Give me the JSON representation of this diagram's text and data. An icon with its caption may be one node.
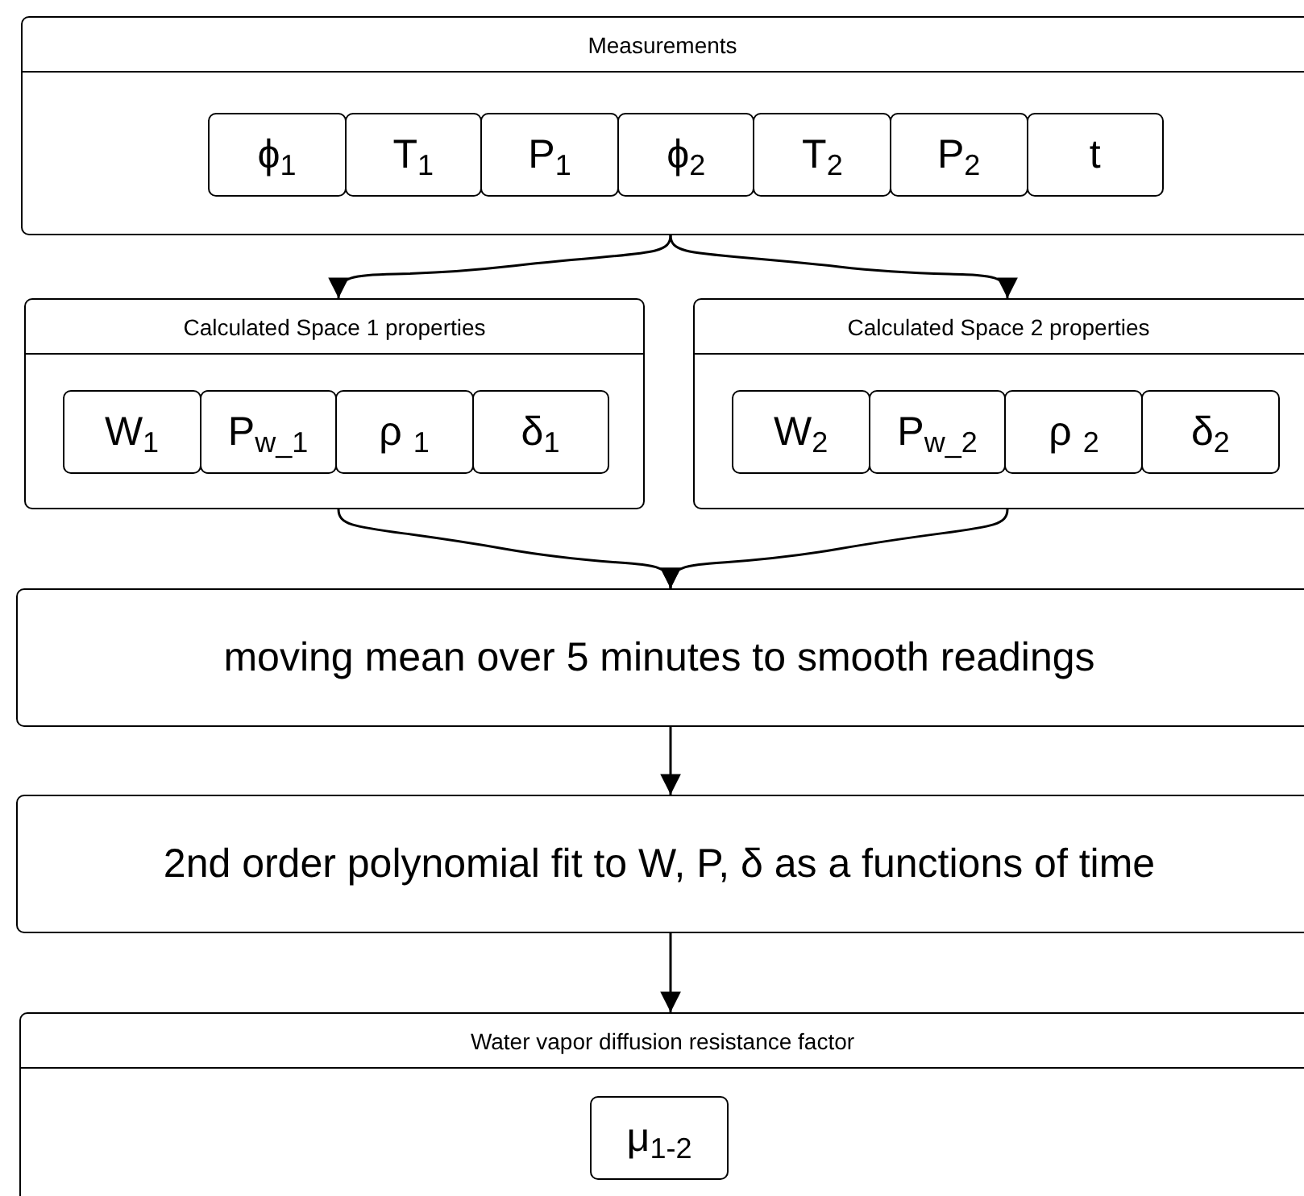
{
  "diagram": {
    "nodes": [
      {
        "text": [
          "Measurements"
        ]
      },
      {
        "text": [
          "ϕ$_{1}$"
        ],
        "in": 0
      },
      {
        "text": [
          "T$_{1}$"
        ],
        "in": 0
      },
      {
        "text": [
          "P$_{1}$"
        ],
        "in": 0
      },
      {
        "text": [
          "ϕ$_{2}$"
        ],
        "in": 0
      },
      {
        "text": [
          "T$_{2}$"
        ],
        "in": 0
      },
      {
        "text": [
          "P$_{2}$"
        ],
        "in": 0
      },
      {
        "text": [
          "t"
        ],
        "in": 0
      },
      {
        "text": [
          "Calculated Space 1 properties"
        ]
      },
      {
        "text": [
          "W$_{1}$"
        ],
        "in": 8
      },
      {
        "text": [
          "P$_{w_1}$"
        ],
        "in": 8
      },
      {
        "text": [
          "ρ $_{1}$"
        ],
        "in": 8
      },
      {
        "text": [
          "δ$_{1}$"
        ],
        "in": 8
      },
      {
        "text": [
          "Calculated Space 2 properties"
        ]
      },
      {
        "text": [
          "W$_{2}$"
        ],
        "in": 13
      },
      {
        "text": [
          "P$_{w_2}$"
        ],
        "in": 13
      },
      {
        "text": [
          "ρ $_{2}$"
        ],
        "in": 13
      },
      {
        "text": [
          "δ$_{2}$"
        ],
        "in": 13
      },
      {
        "text": [
          "moving mean over 5 minutes to smooth readings"
        ]
      },
      {
        "text": [
          "2nd order polynomial fit to W, P, δ as a functions of time"
        ]
      },
      {
        "text": [
          "Water vapor diffusion resistance factor"
        ]
      },
      {
        "text": [
          "μ$_{1-2}$"
        ],
        "in": 20
      }
    ],
    "edges": [
      {
        "from": 0,
        "to": 8,
        "arrow": "to"
      },
      {
        "from": 0,
        "to": 13,
        "arrow": "to"
      },
      {
        "from": 8,
        "to": 18,
        "arrow": "to"
      },
      {
        "from": 13,
        "to": 18,
        "arrow": "to"
      },
      {
        "from": 18,
        "to": 19,
        "arrow": "to"
      },
      {
        "from": 19,
        "to": 20,
        "arrow": "to"
      }
    ]
  }
}
